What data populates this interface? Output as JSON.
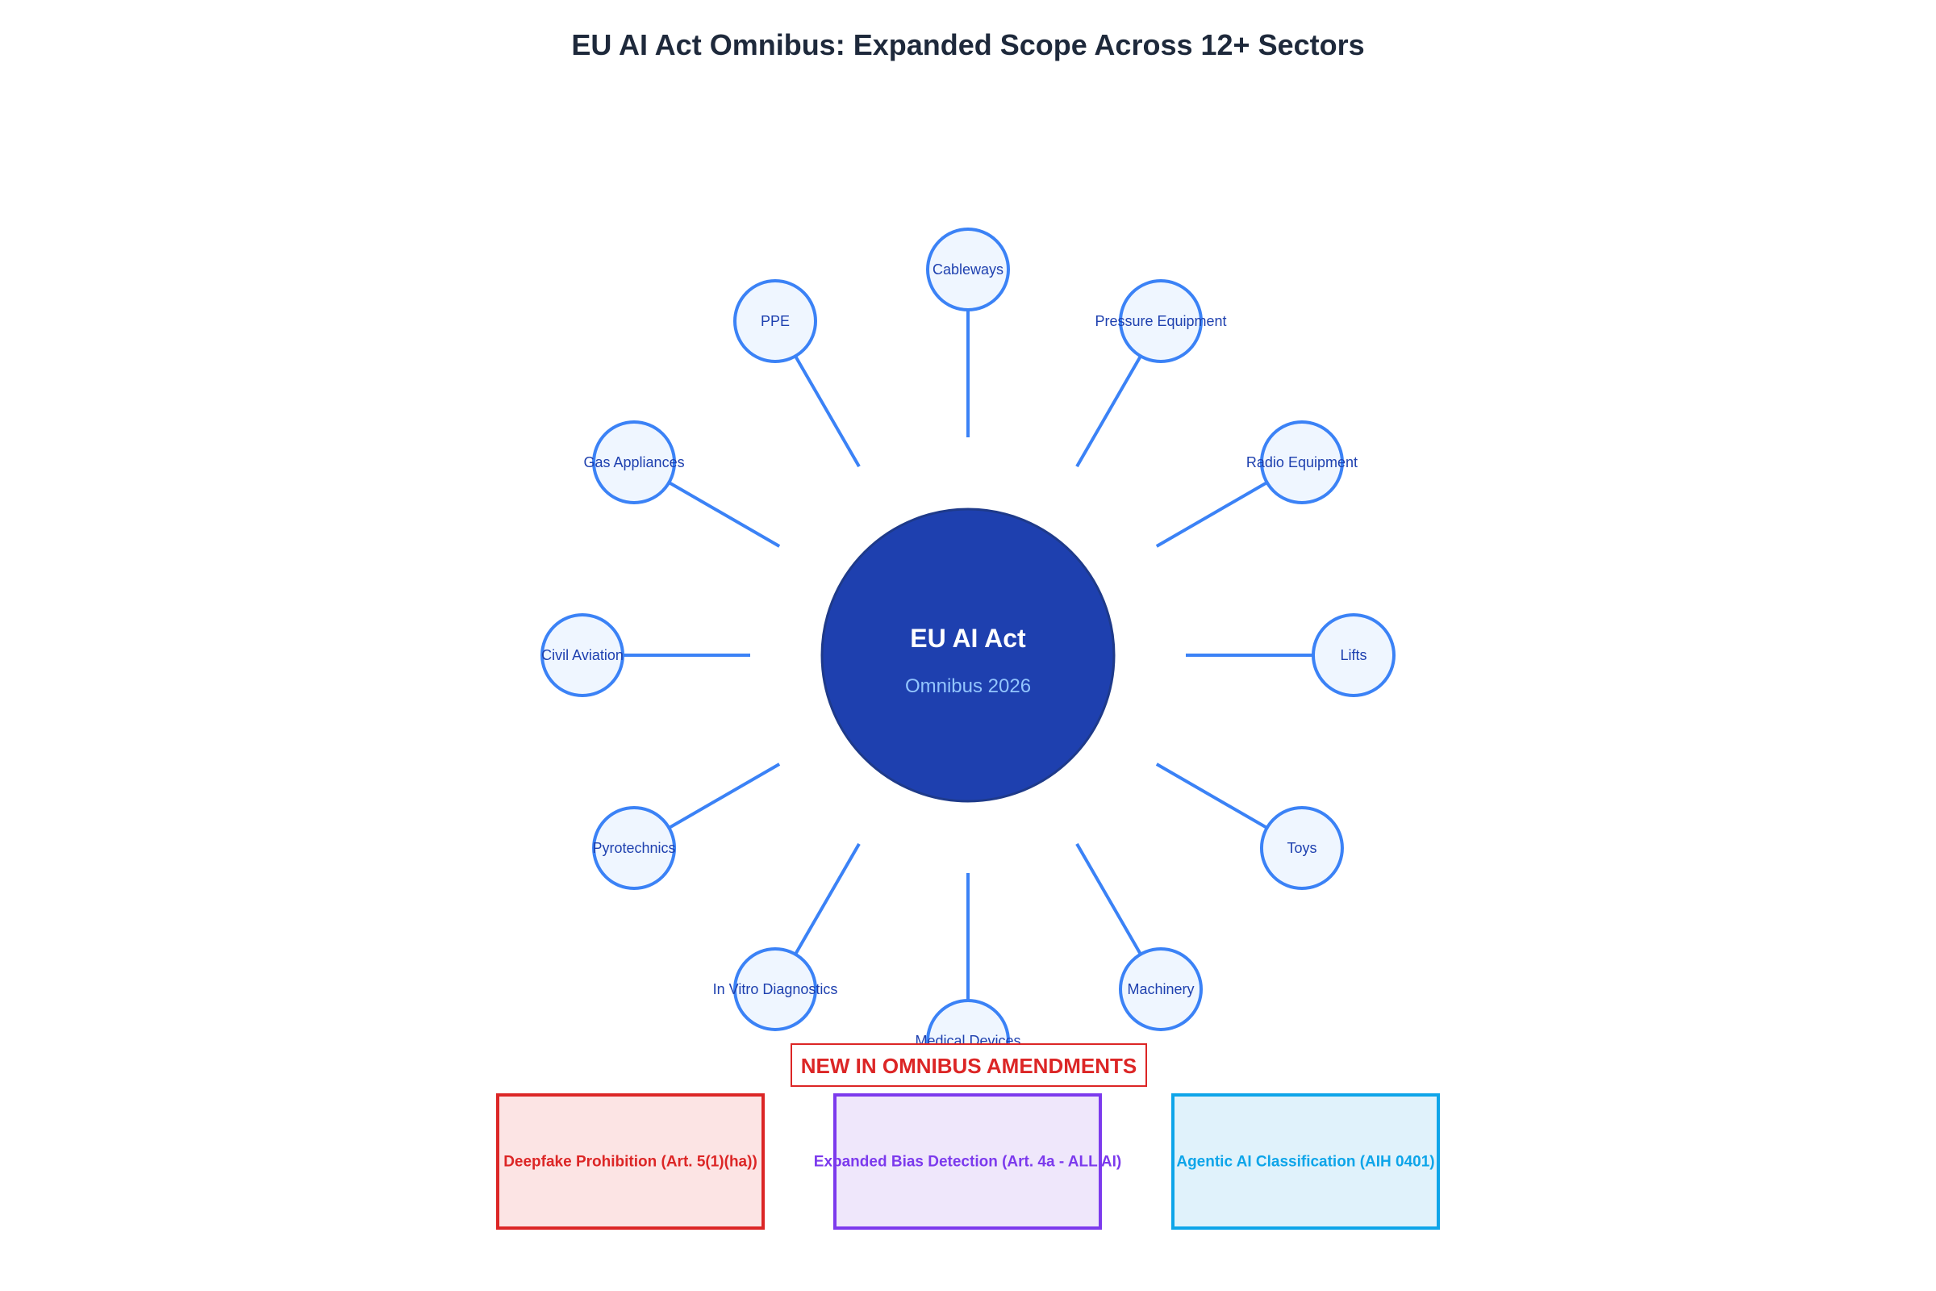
{
  "title": "EU AI Act Omnibus: Expanded Scope Across 12+ Sectors",
  "hub": {
    "title": "EU AI Act",
    "subtitle": "Omnibus 2026",
    "fill": "#1e40af"
  },
  "sectors": [
    {
      "label": "Cableways"
    },
    {
      "label": "Pressure Equipment"
    },
    {
      "label": "Radio Equipment"
    },
    {
      "label": "Lifts"
    },
    {
      "label": "Toys"
    },
    {
      "label": "Machinery"
    },
    {
      "label": "Medical Devices"
    },
    {
      "label": "In Vitro Diagnostics"
    },
    {
      "label": "Pyrotechnics"
    },
    {
      "label": "Civil Aviation"
    },
    {
      "label": "Gas Appliances"
    },
    {
      "label": "PPE"
    }
  ],
  "banner": {
    "label": "NEW IN OMNIBUS AMENDMENTS",
    "color": "#dc2626"
  },
  "amendments": [
    {
      "label": "Deepfake Prohibition (Art. 5(1)(ha))",
      "stroke": "#dc2626",
      "fill": "#fce4e4"
    },
    {
      "label": "Expanded Bias Detection (Art. 4a - ALL AI)",
      "stroke": "#7c3aed",
      "fill": "#efe7fb"
    },
    {
      "label": "Agentic AI Classification (AIH 0401)",
      "stroke": "#0ea5e9",
      "fill": "#e0f2fb"
    }
  ],
  "colors": {
    "spoke": "#3b82f6",
    "node_fill": "#eff6ff",
    "node_stroke": "#3b82f6",
    "node_text": "#1e40af"
  }
}
